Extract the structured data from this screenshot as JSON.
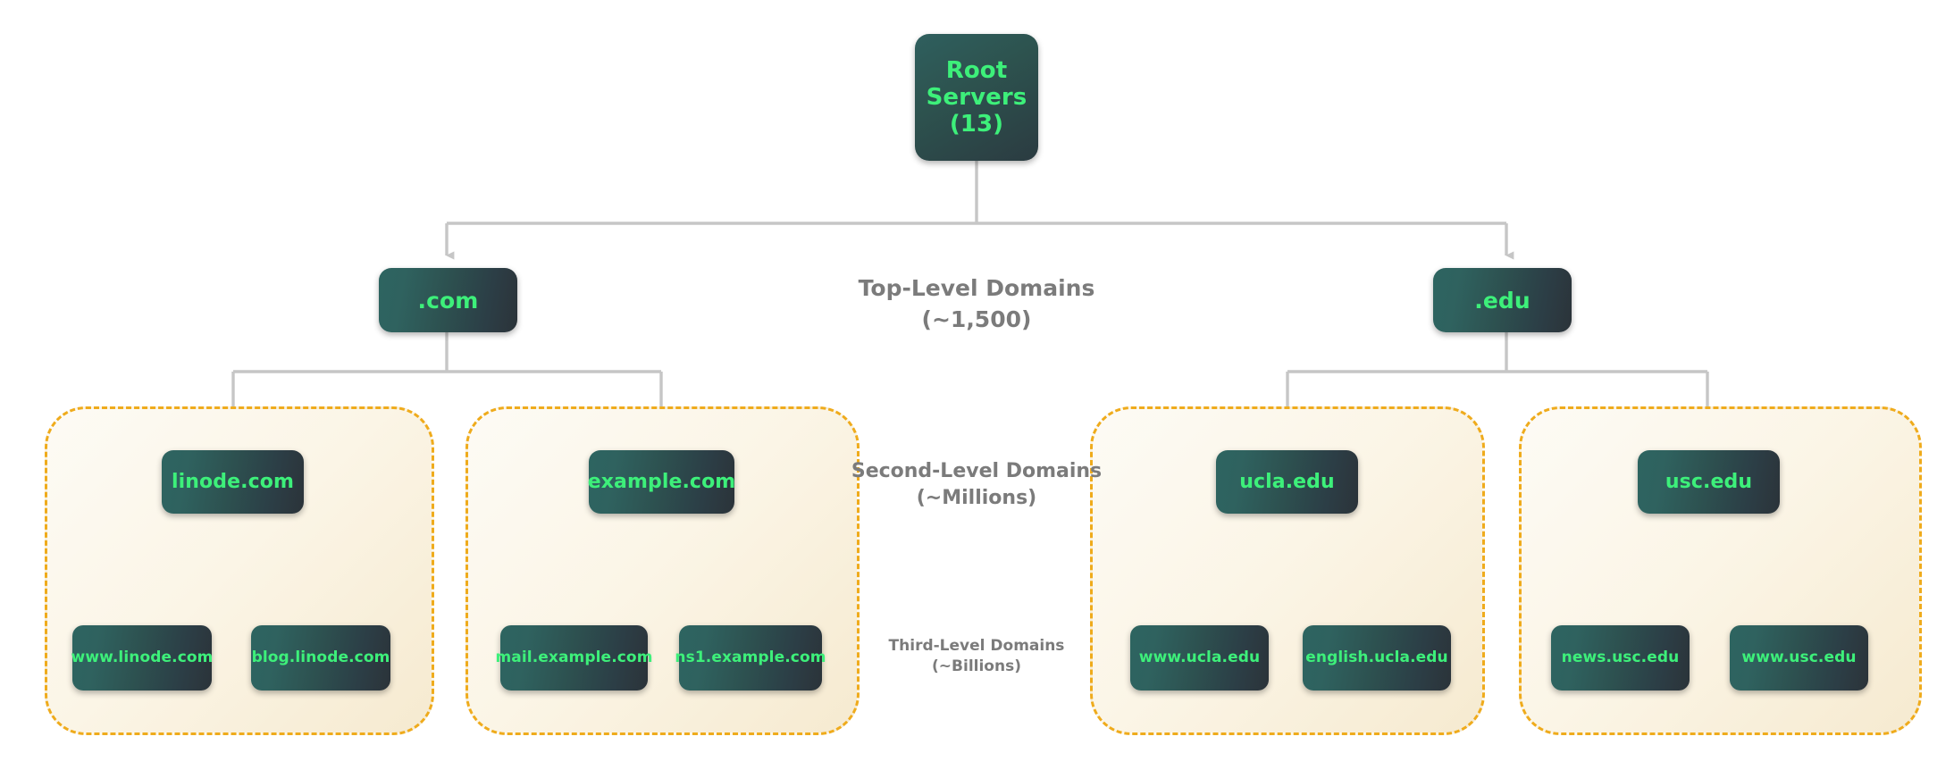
{
  "diagram": {
    "root": {
      "label": "Root\nServers\n(13)"
    },
    "tiers": [
      {
        "name": "top-level",
        "label": "Top-Level Domains\n(~1,500)"
      },
      {
        "name": "second-level",
        "label": "Second-Level Domains\n(~Millions)"
      },
      {
        "name": "third-level",
        "label": "Third-Level Domains\n(~Billions)"
      }
    ],
    "tlds": [
      {
        "label": ".com"
      },
      {
        "label": ".edu"
      }
    ],
    "second_level": [
      {
        "label": "linode.com"
      },
      {
        "label": "example.com"
      },
      {
        "label": "ucla.edu"
      },
      {
        "label": "usc.edu"
      }
    ],
    "third_level": [
      {
        "label": "www.linode.com"
      },
      {
        "label": "blog.linode.com"
      },
      {
        "label": "mail.example.com"
      },
      {
        "label": "ns1.example.com"
      },
      {
        "label": "www.ucla.edu"
      },
      {
        "label": "english.ucla.edu"
      },
      {
        "label": "news.usc.edu"
      },
      {
        "label": "www.usc.edu"
      }
    ],
    "colors": {
      "node_text": "#3df07a",
      "node_fill_start": "#2d6460",
      "node_fill_end": "#2b3339",
      "group_border": "#efab1c",
      "group_fill": "#f6ead0",
      "connector": "#c6c6c6",
      "tier_text": "#7b7b7b",
      "background": "#ffffff"
    }
  }
}
